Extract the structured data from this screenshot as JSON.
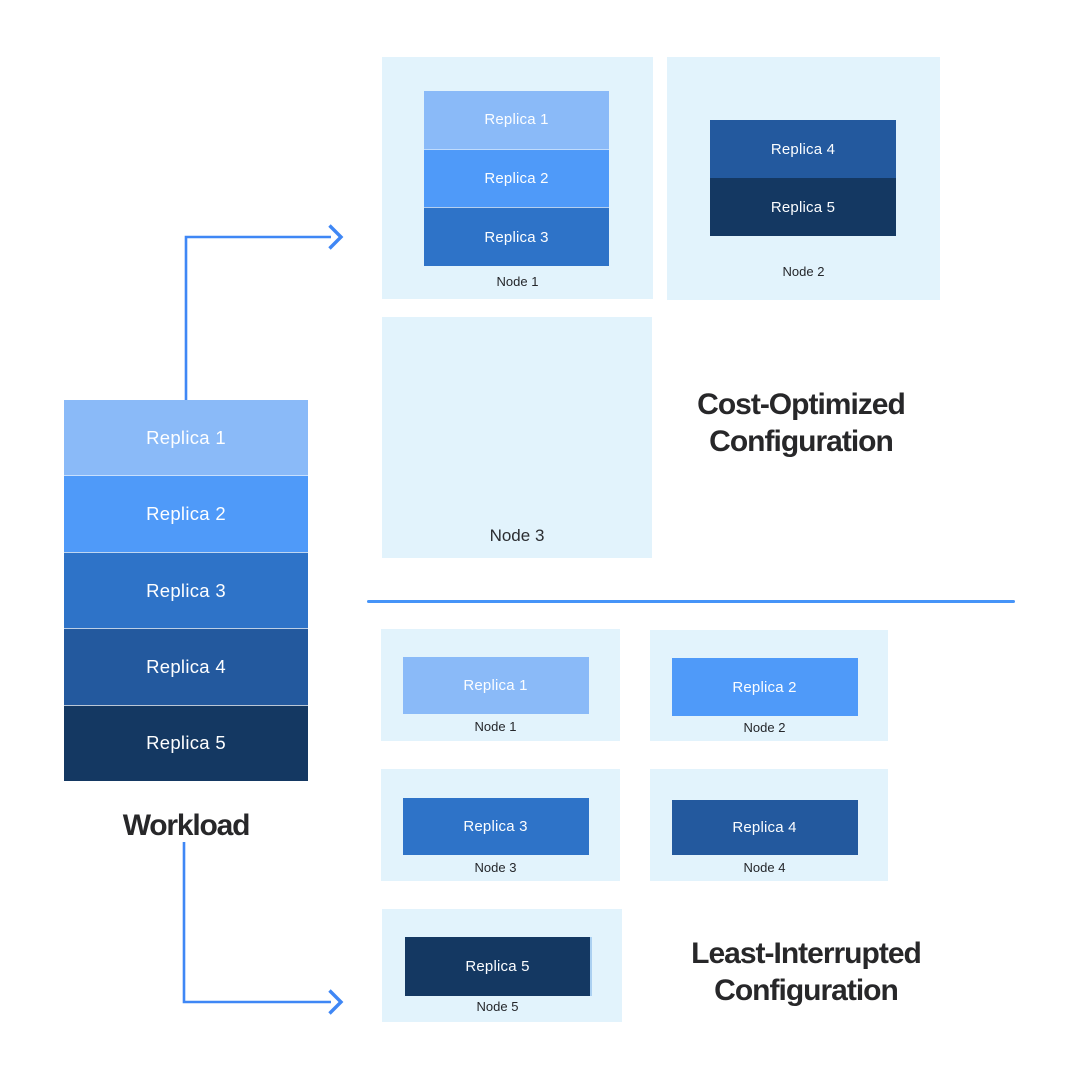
{
  "workload": {
    "label": "Workload",
    "replicas": [
      {
        "label": "Replica 1",
        "color": "#8abaf8"
      },
      {
        "label": "Replica 2",
        "color": "#4f9af9"
      },
      {
        "label": "Replica 3",
        "color": "#2e73c8"
      },
      {
        "label": "Replica 4",
        "color": "#23599e"
      },
      {
        "label": "Replica 5",
        "color": "#143862"
      }
    ]
  },
  "cost_optimized": {
    "title_line1": "Cost-Optimized",
    "title_line2": "Configuration",
    "nodes": [
      {
        "name": "Node 1",
        "replicas": [
          {
            "label": "Replica 1",
            "color": "#8abaf8"
          },
          {
            "label": "Replica 2",
            "color": "#4f9af9"
          },
          {
            "label": "Replica 3",
            "color": "#2e73c8"
          }
        ]
      },
      {
        "name": "Node 2",
        "replicas": [
          {
            "label": "Replica 4",
            "color": "#23599e"
          },
          {
            "label": "Replica 5",
            "color": "#143862"
          }
        ]
      },
      {
        "name": "Node 3",
        "replicas": []
      }
    ]
  },
  "least_interrupted": {
    "title_line1": "Least-Interrupted",
    "title_line2": "Configuration",
    "nodes": [
      {
        "name": "Node 1",
        "replica": {
          "label": "Replica 1",
          "color": "#8abaf8"
        }
      },
      {
        "name": "Node 2",
        "replica": {
          "label": "Replica 2",
          "color": "#4f9af9"
        }
      },
      {
        "name": "Node 3",
        "replica": {
          "label": "Replica 3",
          "color": "#2e73c8"
        }
      },
      {
        "name": "Node 4",
        "replica": {
          "label": "Replica 4",
          "color": "#23599e"
        }
      },
      {
        "name": "Node 5",
        "replica": {
          "label": "Replica 5",
          "color": "#143862"
        }
      }
    ]
  },
  "colors": {
    "node_bg": "#e2f3fc",
    "arrow": "#3f87f5",
    "divider": "#4694f8"
  }
}
